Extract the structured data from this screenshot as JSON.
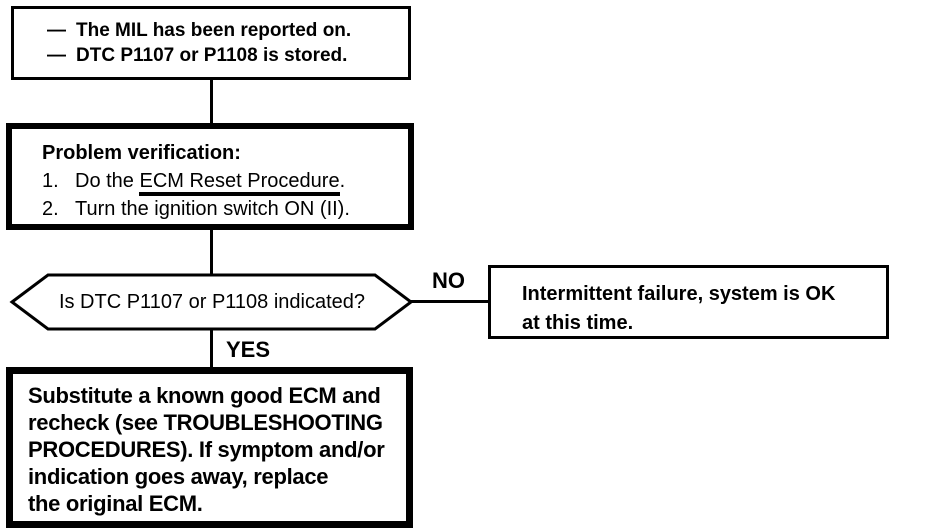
{
  "flowchart": {
    "start_box": {
      "bullet": "—",
      "line1": "The MIL has been reported on.",
      "line2": "DTC P1107 or P1108 is stored."
    },
    "verification_box": {
      "title": "Problem verification:",
      "step1_num": "1.",
      "step1_pre": "Do the ",
      "step1_link": "ECM Reset Procedure",
      "step1_post": ".",
      "step2_num": "2.",
      "step2_text": "Turn the ignition switch ON (II)."
    },
    "decision": {
      "question": "Is DTC P1107 or P1108 indicated?"
    },
    "branch_labels": {
      "no": "NO",
      "yes": "YES"
    },
    "intermittent_box": {
      "line1": "Intermittent failure, system is OK",
      "line2": "at this time."
    },
    "substitute_box": {
      "line1": "Substitute a known good ECM and",
      "line2": "recheck (see TROUBLESHOOTING",
      "line3": "PROCEDURES). If symptom and/or",
      "line4": "indication goes away, replace",
      "line5": "the original ECM."
    },
    "colors": {
      "ink": "#000000",
      "paper": "#ffffff"
    }
  }
}
